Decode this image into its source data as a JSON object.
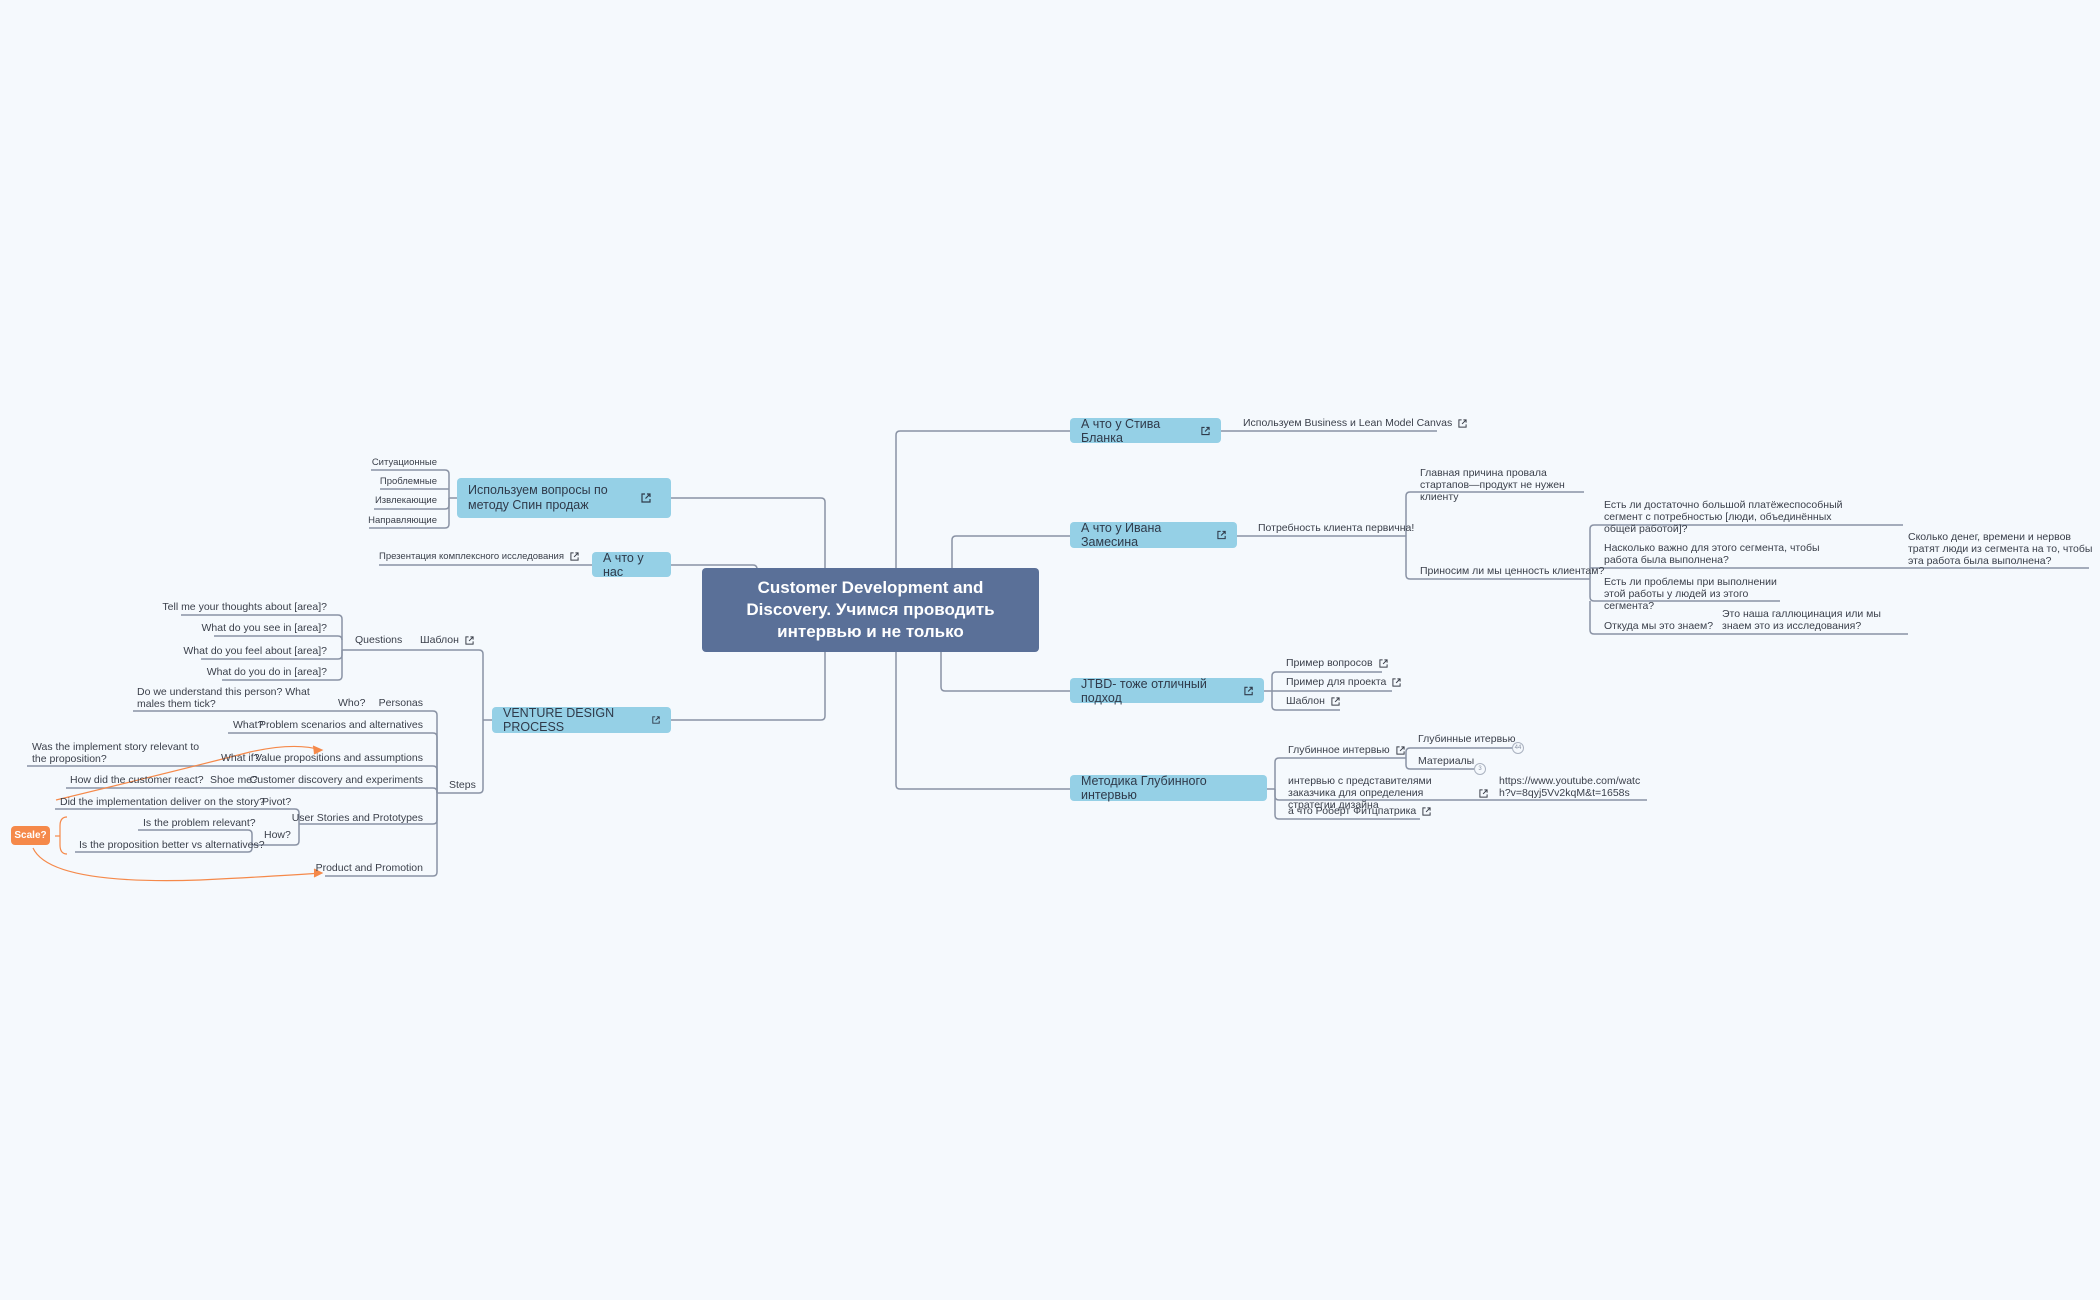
{
  "central": {
    "title": "Customer Development and Discovery. Учимся проводить интервью и не только"
  },
  "right": {
    "blank": {
      "label": "А что у Стива Бланка",
      "child": "Используем Business и Lean Model Canvas"
    },
    "zamesin": {
      "label": "А что у Ивана Замесина",
      "child": "Потребность клиента первична!",
      "reason": "Главная причина провала стартапов—продукт не нужен клиенту",
      "value": "Приносим ли мы ценность клиентам?",
      "q1": "Есть ли достаточно большой платёжеспособный сегмент с потребностью [люди, объединённых общей работой]?",
      "q2": "Насколько важно для этого сегмента, чтобы работа была выполнена?",
      "q2_child": "Сколько денег, времени и нервов тратят люди из сегмента на то, чтобы эта работа была выполнена?",
      "q3": "Есть ли проблемы при выполнении этой работы у людей из этого сегмента?",
      "q4": "Откуда мы это знаем?",
      "q4_child": "Это наша галлюцинация или мы знаем это из исследования?"
    },
    "jtbd": {
      "label": "JTBD- тоже отличный подход",
      "items": [
        "Пример вопросов",
        "Пример для проекта",
        "Шаблон"
      ]
    },
    "deep": {
      "label": "Методика Глубинного интервью",
      "interview": "Глубинное интервью",
      "interview_children": [
        {
          "label": "Глубинные итервью",
          "count": "44"
        },
        {
          "label": "Материалы",
          "count": "3"
        }
      ],
      "client": "интервью с представителями заказчика для определения стратегии дизайна",
      "client_url": "https://www.youtube.com/watch?v=8qyj5Vv2kqM&t=1658s",
      "fitzpatrick": "а что Роберт Фитцпатрика"
    }
  },
  "left": {
    "spin": {
      "label": "Используем вопросы по методу Спин продаж",
      "items": [
        "Ситуационные",
        "Проблемные",
        "Извлекающие",
        "Направляющие"
      ]
    },
    "ours": {
      "label": "А что у нас",
      "child": "Презентация комплексного исследования"
    },
    "venture": {
      "label": "VENTURE DESIGN PROCESS",
      "template": "Шаблон",
      "questions": "Questions",
      "question_items": [
        "Tell me your thoughts about [area]?",
        "What do you see in [area]?",
        "What do you feel about [area]?",
        "What do you do in [area]?"
      ],
      "steps": "Steps",
      "personas": "Personas",
      "who": "Who?",
      "who_q": "Do we understand this person? What males them tick?",
      "problem": "Problem scenarios and alternatives",
      "what": "What?",
      "value": "Value propositions and assumptions",
      "whatif": "What if?",
      "whatif_q": "Was the implement story relevant to the proposition?",
      "discovery": "Customer discovery and experiments",
      "showme": "Shoe me?",
      "showme_q": "How did the customer react?",
      "stories": "User Stories and Prototypes",
      "pivot": "Pivot?",
      "pivot_q": "Did the implementation deliver on the story?",
      "how": "How?",
      "how_q1": "Is the problem relevant?",
      "how_q2": "Is the proposition better vs alternatives?",
      "promotion": "Product and Promotion",
      "scale": "Scale?"
    }
  },
  "colors": {
    "central": "#5a7098",
    "topic": "#95d0e6",
    "line": "#8a93a5",
    "accent": "#f5894a",
    "background": "#f5f9fd"
  },
  "icons": {
    "link": "external-link-icon"
  }
}
